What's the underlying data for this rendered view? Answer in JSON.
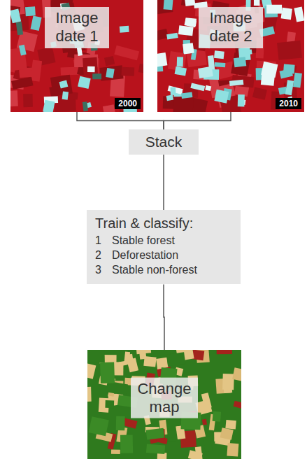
{
  "diagram": {
    "nodes": [
      {
        "text": [
          "Image date 1",
          "2000"
        ]
      },
      {
        "text": [
          "Image date 2",
          "2010"
        ]
      },
      {
        "text": [
          "Stack"
        ]
      },
      {
        "text": [
          "Train & classify:",
          "1",
          "Stable forest",
          "2",
          "Deforestation",
          "3",
          "Stable non-forest"
        ]
      },
      {
        "text": [
          "Change map"
        ]
      }
    ],
    "edges": [
      {
        "from": 0,
        "to": 2,
        "arrow": "none"
      },
      {
        "from": 1,
        "to": 2,
        "arrow": "none"
      },
      {
        "from": 2,
        "to": 3,
        "arrow": "none"
      },
      {
        "from": 3,
        "to": 4,
        "arrow": "none"
      }
    ]
  }
}
